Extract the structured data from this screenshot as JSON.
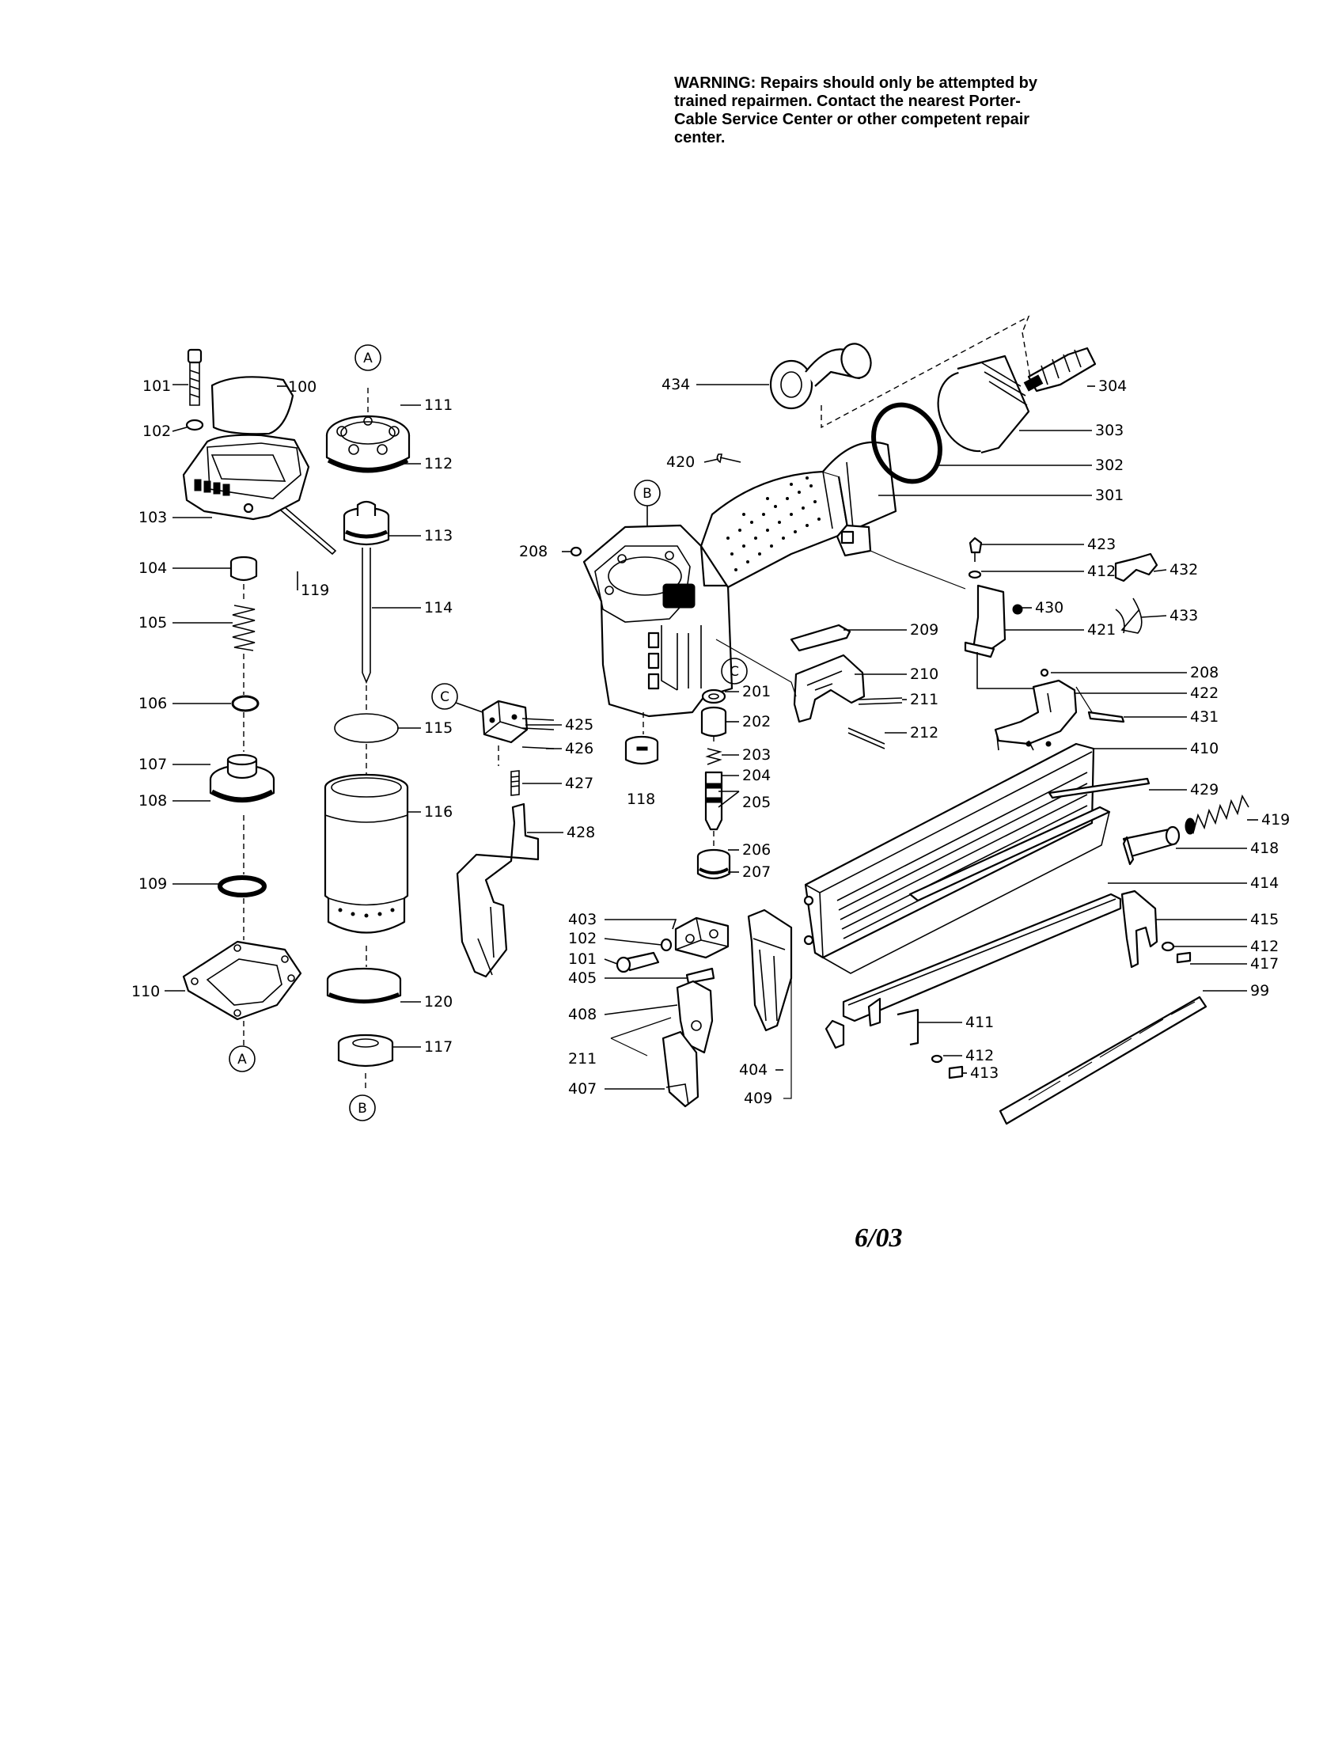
{
  "warning": {
    "lines": [
      "WARNING: Repairs should only be attempted by",
      "trained repairmen. Contact the nearest Porter-",
      "Cable Service Center or other competent repair",
      "center."
    ]
  },
  "date_code": "6/03",
  "reference_markers": {
    "a": "A",
    "b": "B",
    "c": "C"
  },
  "part_labels": {
    "p99": "99",
    "p100": "100",
    "p101": "101",
    "p102": "102",
    "p103": "103",
    "p104": "104",
    "p105": "105",
    "p106": "106",
    "p107": "107",
    "p108": "108",
    "p109": "109",
    "p110": "110",
    "p111": "111",
    "p112": "112",
    "p113": "113",
    "p114": "114",
    "p115": "115",
    "p116": "116",
    "p117": "117",
    "p118": "118",
    "p119": "119",
    "p120": "120",
    "p201": "201",
    "p202": "202",
    "p203": "203",
    "p204": "204",
    "p205": "205",
    "p206": "206",
    "p207": "207",
    "p208": "208",
    "p209": "209",
    "p210": "210",
    "p211": "211",
    "p212": "212",
    "p301": "301",
    "p302": "302",
    "p303": "303",
    "p304": "304",
    "p403": "403",
    "p404": "404",
    "p405": "405",
    "p407": "407",
    "p408": "408",
    "p409": "409",
    "p410": "410",
    "p411": "411",
    "p412": "412",
    "p413": "413",
    "p414": "414",
    "p415": "415",
    "p417": "417",
    "p418": "418",
    "p419": "419",
    "p420": "420",
    "p421": "421",
    "p422": "422",
    "p423": "423",
    "p425": "425",
    "p426": "426",
    "p427": "427",
    "p428": "428",
    "p429": "429",
    "p430": "430",
    "p431": "431",
    "p432": "432",
    "p433": "433",
    "p434": "434"
  }
}
